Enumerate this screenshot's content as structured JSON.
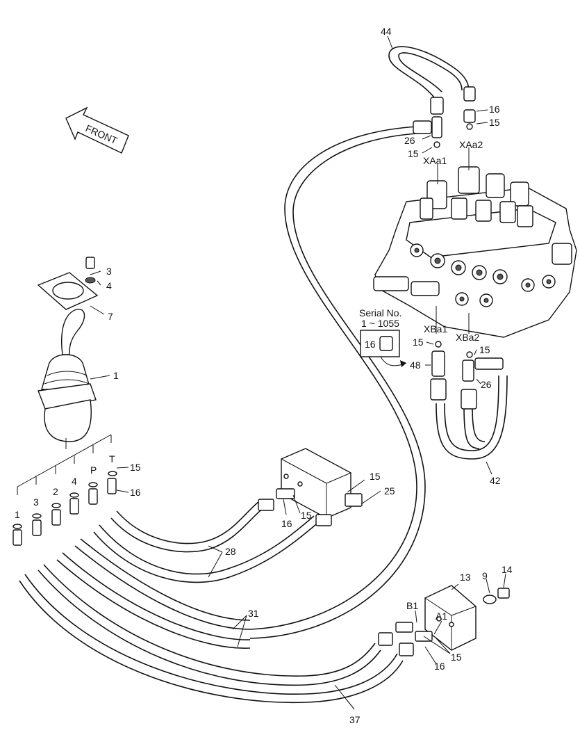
{
  "front_arrow": "FRONT",
  "serial": {
    "line1": "Serial No.",
    "line2": "1 ~ 1055",
    "part": "16"
  },
  "callouts": {
    "c44": "44",
    "c16a": "16",
    "c15a": "15",
    "c26a": "26",
    "c15b": "15",
    "xaa1": "XAa1",
    "xaa2": "XAa2",
    "c3": "3",
    "c4": "4",
    "c7": "7",
    "c1": "1",
    "xba1": "XBa1",
    "xba2": "XBa2",
    "c15c": "15",
    "c15d": "15",
    "c48": "48",
    "c26b": "26",
    "c42": "42",
    "port_T": "T",
    "port_P": "P",
    "port_4": "4",
    "port_2": "2",
    "port_3": "3",
    "port_1": "1",
    "c15e": "15",
    "c16b": "16",
    "c15f": "15",
    "c25": "25",
    "c16c": "16",
    "c15g": "15",
    "c28": "28",
    "c13": "13",
    "c9": "9",
    "c14": "14",
    "b1": "B1",
    "a1": "A1",
    "c31": "31",
    "c15h": "15",
    "c16d": "16",
    "c37": "37"
  }
}
